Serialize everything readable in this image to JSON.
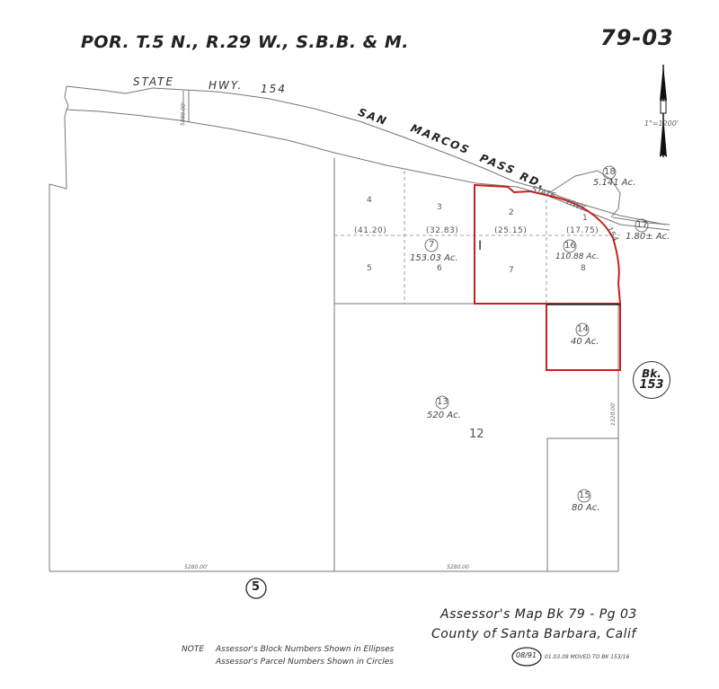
{
  "header": {
    "township": "POR. T.5 N., R.29 W., S.B.B. & M.",
    "map_number": "79-03"
  },
  "scale_text": "1\"=1200'",
  "roads": {
    "state": "STATE",
    "hwy": "HWY.",
    "hwy_num": "154",
    "san": "SAN",
    "marcos": "MARCOS",
    "pass": "PASS",
    "rd": "RD.",
    "state_small": "STATE",
    "hwy_small": "HWY",
    "num_small": "154"
  },
  "parcels": {
    "p4": "4",
    "p3": "3",
    "p2": "2",
    "p1": "1",
    "p5": "5",
    "p6": "6",
    "p7": "7",
    "p8": "8",
    "r4120": "(41.20)",
    "r3283": "(32.83)",
    "r2515": "(25.15)",
    "r1775": "(17.75)",
    "big_i": "I",
    "c7": "7",
    "a7": "153.03 Ac.",
    "c16": "16",
    "a16": "110.88 Ac.",
    "c18": "18",
    "a18": "5.141 Ac.",
    "c17": "17",
    "a17": "1.80± Ac.",
    "c14": "14",
    "a14": "40 Ac.",
    "c13": "13",
    "a13": "520 Ac.",
    "n12": "12",
    "c15": "15",
    "a15": "80 Ac."
  },
  "dimensions": {
    "d_left": "5280.00'",
    "d_mid": "5280.00",
    "d_right": "5280.00'",
    "d_side": "1320.00'"
  },
  "block_ref": {
    "label": "Bk.",
    "number": "153"
  },
  "page_circle": "5",
  "caption": {
    "line1": "Assessor's Map Bk 79 - Pg 03",
    "line2": "County of Santa Barbara, Calif"
  },
  "note": {
    "label": "NOTE",
    "line1": "Assessor's Block Numbers Shown in Ellipses",
    "line2": "Assessor's Parcel Numbers Shown in Circles"
  },
  "revision": {
    "stamp": "08/91",
    "text": "01.03.09 MOVED TO BK 153/16"
  },
  "colors": {
    "line": "#777777",
    "highlight": "#cc1f1f",
    "ink": "#222222"
  }
}
